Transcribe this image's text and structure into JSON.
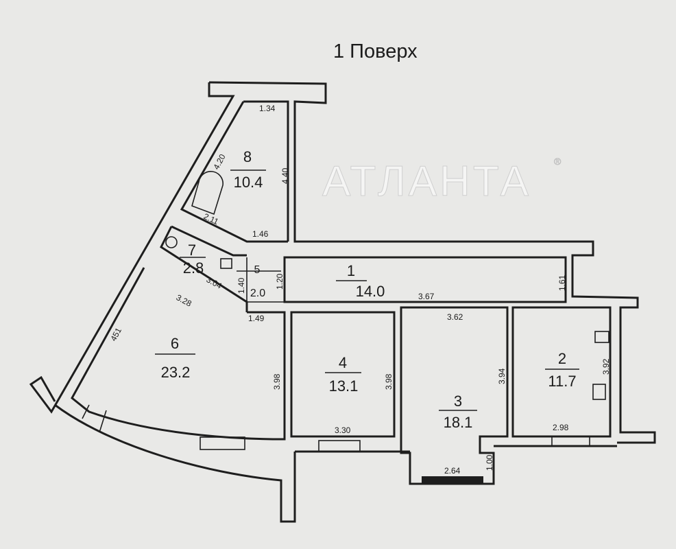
{
  "title": "1  Поверх",
  "watermark": "АТЛАНТА",
  "watermark_mark": "®",
  "rooms": [
    {
      "number": "1",
      "area": "14.0"
    },
    {
      "number": "2",
      "area": "11.7"
    },
    {
      "number": "3",
      "area": "18.1"
    },
    {
      "number": "4",
      "area": "13.1"
    },
    {
      "number": "5",
      "area": "2.0"
    },
    {
      "number": "6",
      "area": "23.2"
    },
    {
      "number": "7",
      "area": "2.8"
    },
    {
      "number": "8",
      "area": "10.4"
    }
  ],
  "dimensions": [
    "1.34",
    "4.20",
    "4.40",
    "2.11",
    "1.46",
    "1.20",
    "1.40",
    "3.04",
    "3.28",
    "1.49",
    "451",
    "3.98",
    "3.98",
    "3.30",
    "3.67",
    "3.62",
    "3.94",
    "2.64",
    "1.00",
    "1.61",
    "3.92",
    "2.98"
  ]
}
